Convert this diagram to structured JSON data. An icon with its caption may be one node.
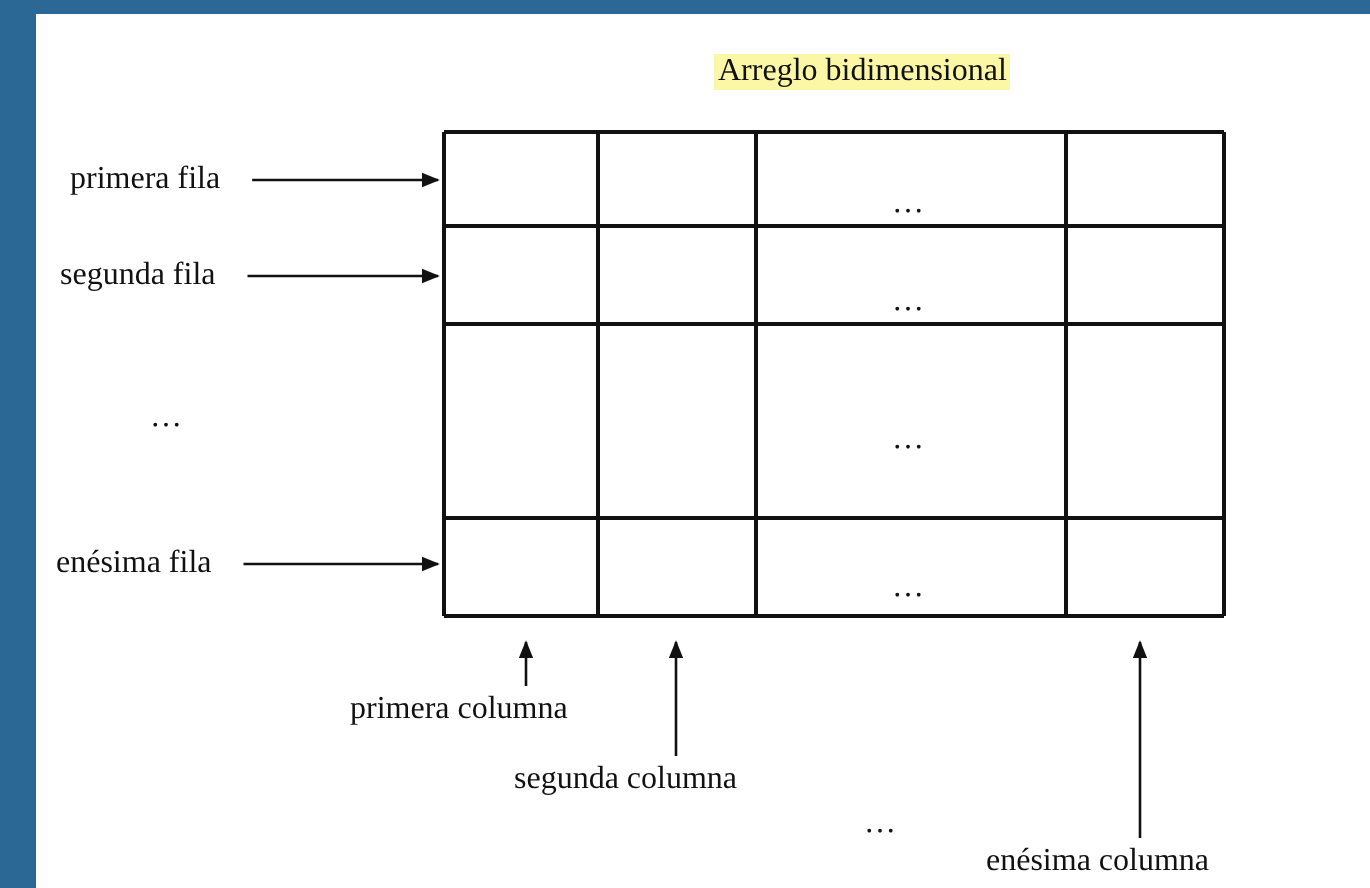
{
  "diagram": {
    "title": "Arreglo bidimensional",
    "nodes": [
      {
        "text": [
          "primera fila"
        ]
      },
      {
        "text": [
          "segunda fila"
        ]
      },
      {
        "text": [
          "enésima fila"
        ]
      },
      {
        "text": [
          "primera columna"
        ]
      },
      {
        "text": [
          "segunda columna"
        ]
      },
      {
        "text": [
          "enésima columna"
        ]
      }
    ],
    "edges": [
      {
        "from": 0,
        "to": null,
        "arrow": "to"
      },
      {
        "from": 1,
        "to": null,
        "arrow": "to"
      },
      {
        "from": 2,
        "to": null,
        "arrow": "to"
      },
      {
        "from": 3,
        "to": null,
        "arrow": "to"
      },
      {
        "from": 4,
        "to": null,
        "arrow": "to"
      },
      {
        "from": 5,
        "to": null,
        "arrow": "to"
      }
    ],
    "labels": [
      "…",
      "…",
      "…",
      "…",
      "…",
      "…"
    ]
  }
}
